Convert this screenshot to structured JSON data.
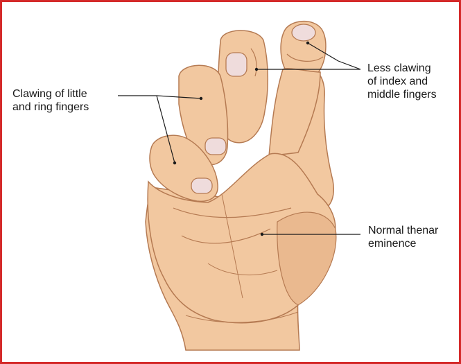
{
  "colors": {
    "border": "#d42a2a",
    "skin": "#f2c8a0",
    "skin_shadow": "#e3a97c",
    "skin_line": "#b57a52",
    "nail": "#efdcdc",
    "leader": "#1a1a1a"
  },
  "labels": {
    "clawing_little_ring": [
      "Clawing of little",
      "and ring fingers"
    ],
    "less_clawing_index_middle": [
      "Less clawing",
      "of index and",
      "middle fingers"
    ],
    "normal_thenar": [
      "Normal thenar",
      "eminence"
    ]
  }
}
